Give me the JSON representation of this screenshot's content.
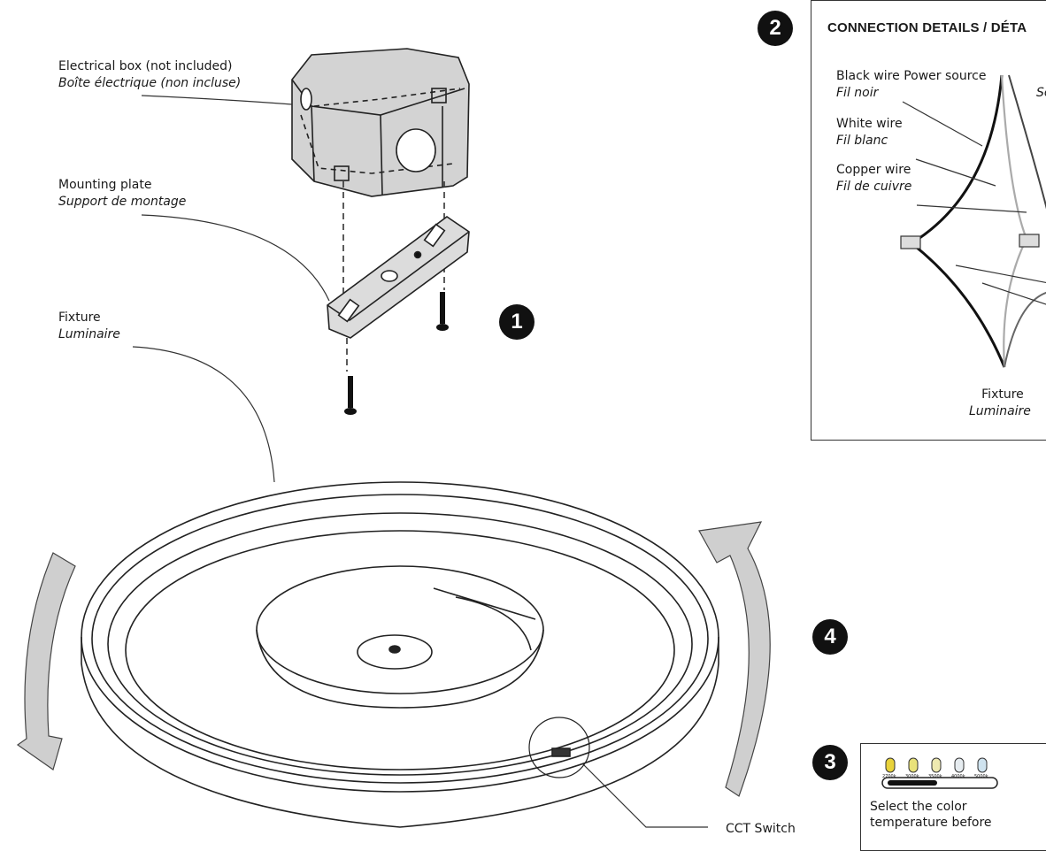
{
  "labels": {
    "electrical_box": {
      "en": "Electrical box (not included)",
      "fr": "Boîte électrique (non incluse)"
    },
    "mounting_plate": {
      "en": "Mounting plate",
      "fr": "Support de montage"
    },
    "fixture": {
      "en": "Fixture",
      "fr": "Luminaire"
    },
    "cct_switch": "CCT Switch"
  },
  "steps": [
    "1",
    "2",
    "3",
    "4"
  ],
  "connection_panel": {
    "title": "CONNECTION DETAILS / DÉTA",
    "black_wire": {
      "en": "Black wire",
      "fr": "Fil noir"
    },
    "power_source": {
      "en": "Power source",
      "fr": "So"
    },
    "white_wire": {
      "en": "White wire",
      "fr": "Fil blanc"
    },
    "copper_wire": {
      "en": "Copper wire",
      "fr": "Fil de cuivre"
    },
    "fixture": {
      "en": "Fixture",
      "fr": "Luminaire"
    }
  },
  "cct_panel": {
    "temperatures": [
      "2700k",
      "3000k",
      "3500k",
      "4000k",
      "5000k"
    ],
    "led_colors": [
      "#e8d23a",
      "#e9e27a",
      "#eee9b0",
      "#e6ecf0",
      "#cfe3ef"
    ],
    "instruction_line1": "Select the color",
    "instruction_line2": "temperature before"
  }
}
